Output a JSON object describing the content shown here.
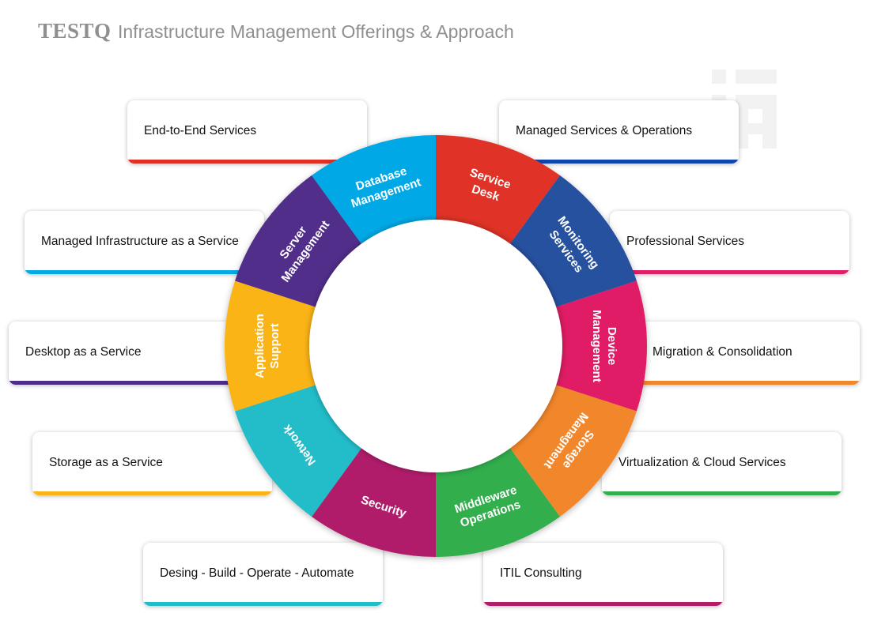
{
  "header": {
    "brand": "TESTQ",
    "title": "Infrastructure Management Offerings & Approach"
  },
  "watermark_icon": "testq-logo-icon",
  "ring": {
    "segments": [
      {
        "label_lines": [
          "Service",
          "Desk"
        ],
        "color": "#e03128"
      },
      {
        "label_lines": [
          "Monitoring",
          "Services"
        ],
        "color": "#27519f"
      },
      {
        "label_lines": [
          "Device",
          "Management"
        ],
        "color": "#df1f65"
      },
      {
        "label_lines": [
          "Storage",
          "Managment"
        ],
        "color": "#f2862a"
      },
      {
        "label_lines": [
          "Middleware",
          "Operations"
        ],
        "color": "#33ae4e"
      },
      {
        "label_lines": [
          "Security"
        ],
        "color": "#b01e6a"
      },
      {
        "label_lines": [
          "Network"
        ],
        "color": "#23bdc9"
      },
      {
        "label_lines": [
          "Application",
          "Support"
        ],
        "color": "#fbb418"
      },
      {
        "label_lines": [
          "Server",
          "Management"
        ],
        "color": "#512d8a"
      },
      {
        "label_lines": [
          "Database",
          "Management"
        ],
        "color": "#06a9e6"
      }
    ]
  },
  "cards": {
    "left": [
      {
        "label": "End-to-End Services",
        "color": "#e03128"
      },
      {
        "label": "Managed Infrastructure as a Service",
        "color": "#06a9e6"
      },
      {
        "label": "Desktop as a Service",
        "color": "#512d8a"
      },
      {
        "label": "Storage as a Service",
        "color": "#fbb418"
      },
      {
        "label": "Desing - Build - Operate - Automate",
        "color": "#23bdc9"
      }
    ],
    "right": [
      {
        "label": "Managed Services & Operations",
        "color": "#0f44b3"
      },
      {
        "label": "Professional Services",
        "color": "#df1f65"
      },
      {
        "label": "Migration & Consolidation",
        "color": "#f2862a"
      },
      {
        "label": "Virtualization & Cloud Services",
        "color": "#33ae4e"
      },
      {
        "label": "ITIL Consulting",
        "color": "#b01e6a"
      }
    ]
  }
}
